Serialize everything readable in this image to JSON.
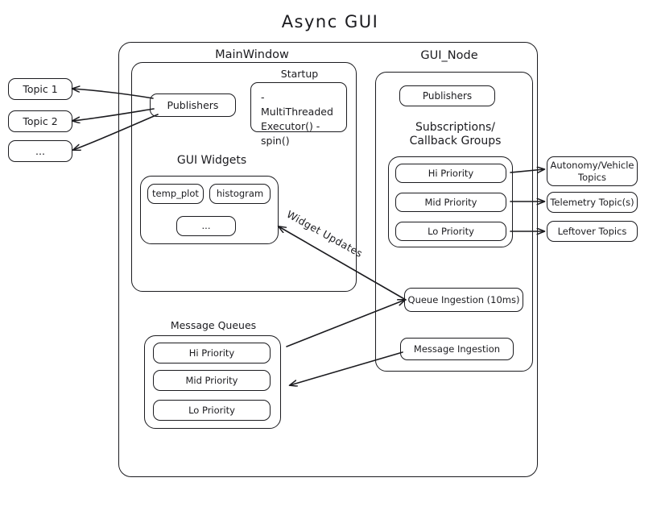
{
  "diagram": {
    "title": "Async  GUI",
    "stroke_color": "#1b1b1f",
    "background_color": "#ffffff"
  },
  "left_topics": [
    {
      "label": "Topic 1"
    },
    {
      "label": "Topic 2"
    },
    {
      "label": "..."
    }
  ],
  "right_topics": [
    {
      "label": "Autonomy/Vehicle\nTopics"
    },
    {
      "label": "Telemetry Topic(s)"
    },
    {
      "label": "Leftover Topics"
    }
  ],
  "main_window": {
    "label": "MainWindow",
    "publishers": {
      "label": "Publishers"
    },
    "startup": {
      "label": "Startup",
      "items": "- MultiThreaded\n  Executor()\n- spin()"
    },
    "gui_widgets": {
      "label": "GUI Widgets",
      "widgets": [
        {
          "label": "temp_plot"
        },
        {
          "label": "histogram"
        },
        {
          "label": "..."
        }
      ]
    }
  },
  "message_queues": {
    "label": "Message Queues",
    "queues": [
      {
        "label": "Hi Priority"
      },
      {
        "label": "Mid Priority"
      },
      {
        "label": "Lo Priority"
      }
    ]
  },
  "gui_node": {
    "label": "GUI_Node",
    "publishers": {
      "label": "Publishers"
    },
    "subscriptions": {
      "label": "Subscriptions/\nCallback Groups",
      "groups": [
        {
          "label": "Hi Priority"
        },
        {
          "label": "Mid Priority"
        },
        {
          "label": "Lo Priority"
        }
      ]
    },
    "queue_ingestion": {
      "label": "Queue Ingestion (10ms)"
    },
    "message_ingestion": {
      "label": "Message Ingestion"
    }
  },
  "edge_labels": {
    "widget_updates": "Widget Updates"
  }
}
